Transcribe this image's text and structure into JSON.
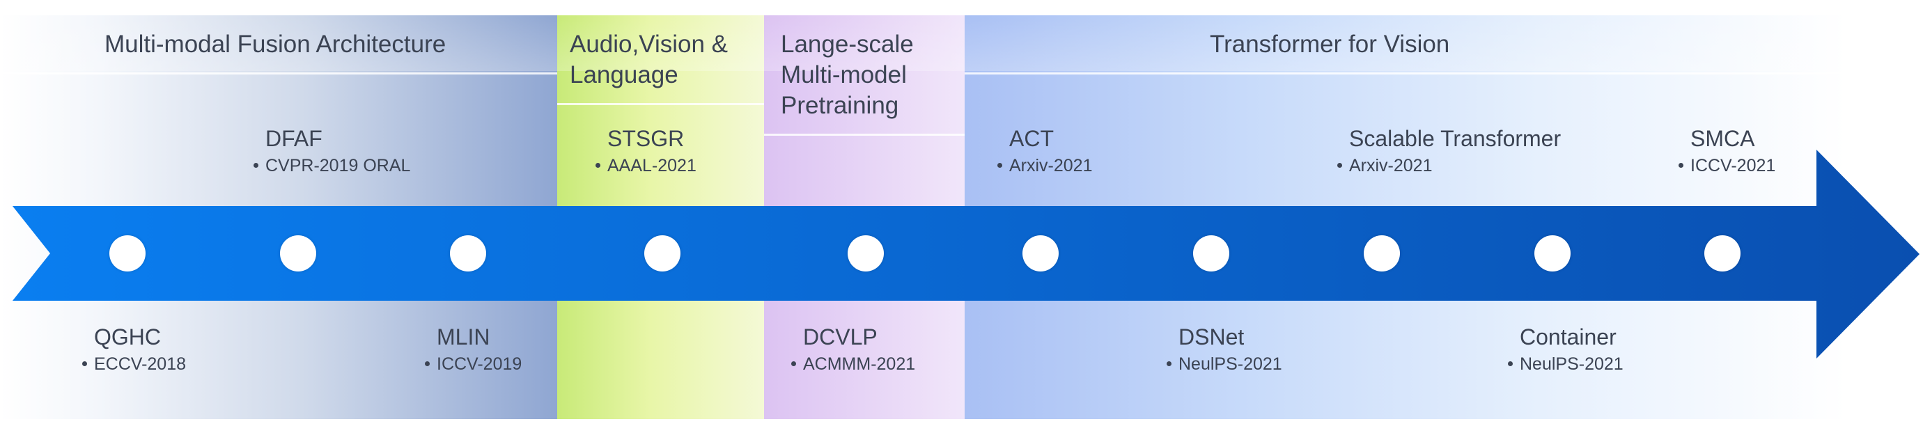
{
  "sections": [
    {
      "title": "Multi-modal Fusion Architecture"
    },
    {
      "title": "Audio,Vision & Language"
    },
    {
      "title": "Lange-scale Multi-model Pretraining"
    },
    {
      "title": "Transformer for Vision"
    }
  ],
  "items": [
    {
      "name": "QGHC",
      "venue": "ECCV-2018"
    },
    {
      "name": "DFAF",
      "venue": "CVPR-2019 ORAL"
    },
    {
      "name": "MLIN",
      "venue": "ICCV-2019"
    },
    {
      "name": "STSGR",
      "venue": "AAAL-2021"
    },
    {
      "name": "DCVLP",
      "venue": "ACMMM-2021"
    },
    {
      "name": "ACT",
      "venue": "Arxiv-2021"
    },
    {
      "name": "DSNet",
      "venue": "NeulPS-2021"
    },
    {
      "name": "Scalable Transformer",
      "venue": "Arxiv-2021"
    },
    {
      "name": "Container",
      "venue": "NeulPS-2021"
    },
    {
      "name": "SMCA",
      "venue": "ICCV-2021"
    }
  ],
  "colors": {
    "arrow_start": "#0a7ef0",
    "arrow_end": "#0a4fb0",
    "text": "#3b4353"
  }
}
